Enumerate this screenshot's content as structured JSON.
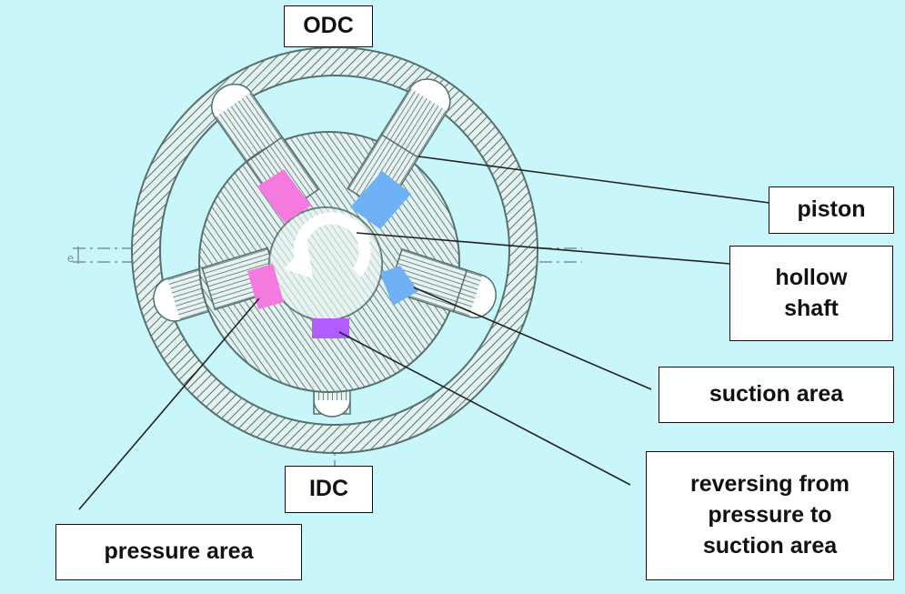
{
  "colors": {
    "background": "#c8f6fb",
    "pressure_area": "#f47ae0",
    "suction_area": "#6fb1f5",
    "reversing_area": "#b25bff",
    "hatch": "#4d6b6b"
  },
  "labels": {
    "odc": "ODC",
    "idc": "IDC",
    "piston": "piston",
    "hollow_shaft_line1": "hollow",
    "hollow_shaft_line2": "shaft",
    "suction_area": "suction area",
    "reversing_line1": "reversing from",
    "reversing_line2": "pressure to",
    "reversing_line3": "suction area",
    "pressure_area": "pressure area",
    "axis_mark": "e"
  },
  "icons": {
    "rotation": "counterclockwise-arrow-icon"
  }
}
